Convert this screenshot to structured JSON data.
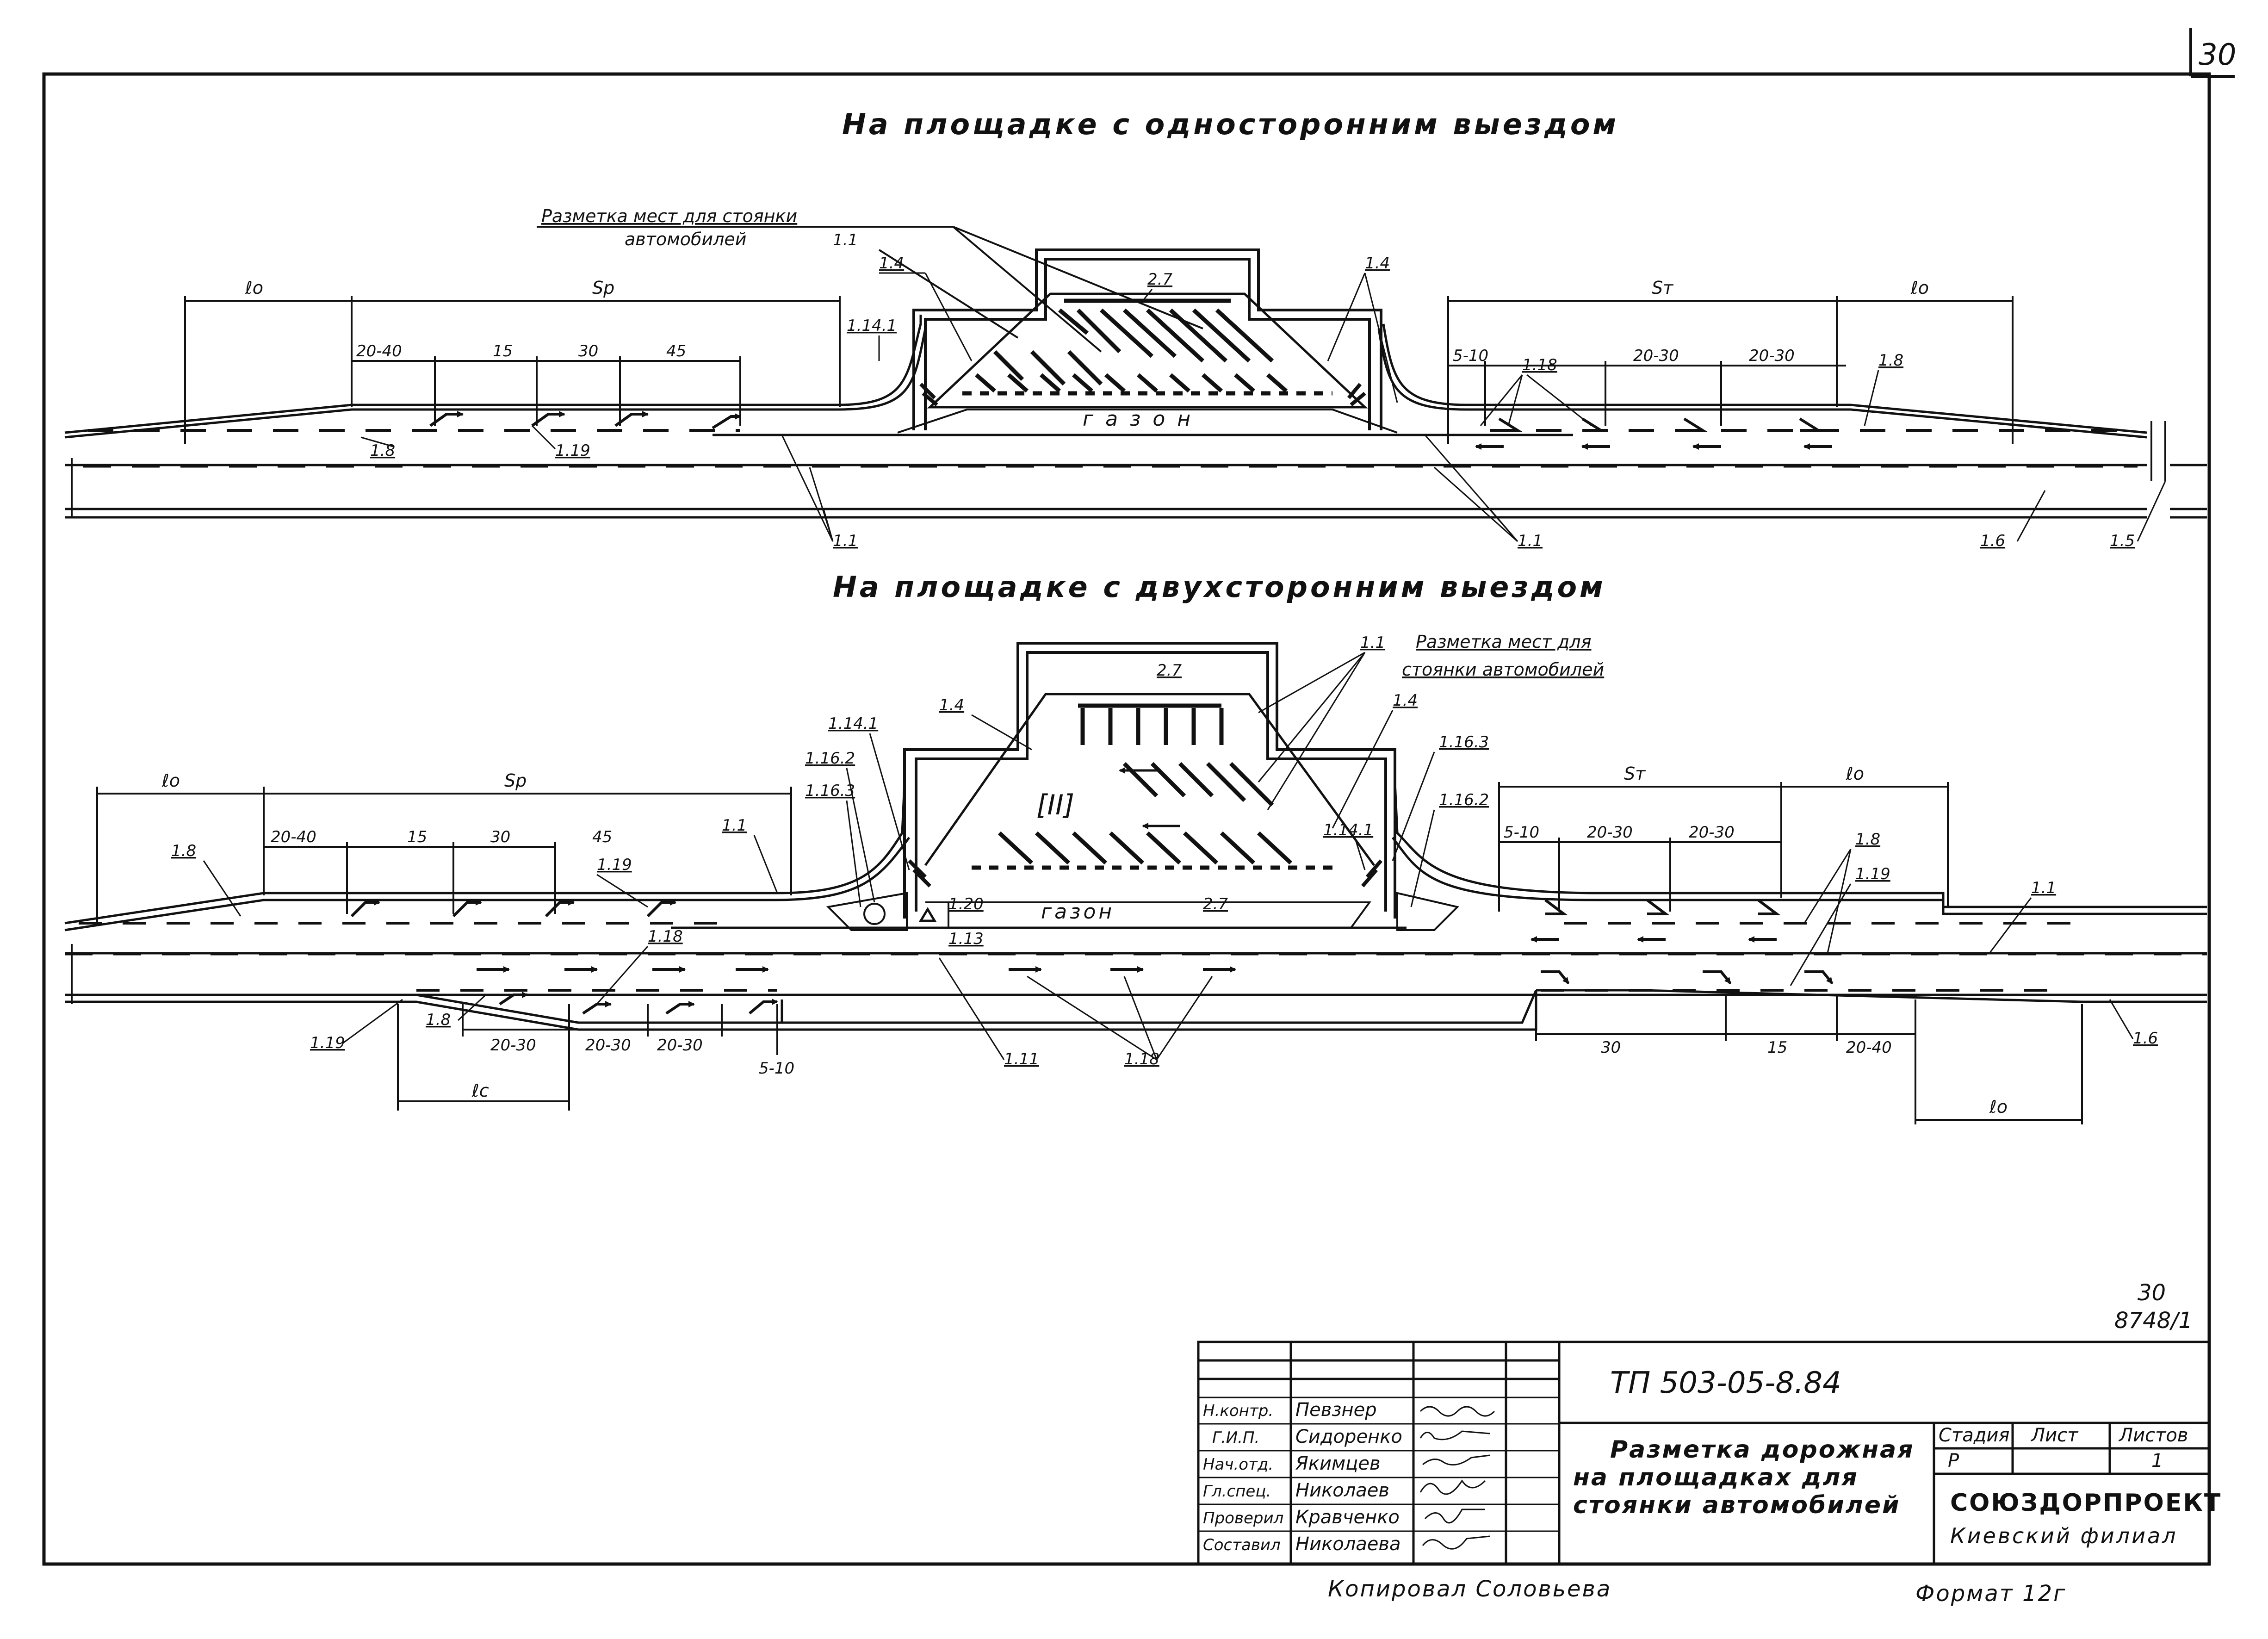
{
  "page_number": "30",
  "sections": {
    "one_sided": {
      "title": "На площадке с односторонним выездом",
      "marking_note_line1": "Разметка мест для стоянки",
      "marking_note_line2": "автомобилей",
      "lawn": "г а з о н",
      "lengths": {
        "lo_left": "ℓo",
        "sp": "Sp",
        "st": "Sт",
        "lo_right": "ℓo"
      },
      "dims_left": [
        "20-40",
        "15",
        "30",
        "45"
      ],
      "dims_right": [
        "5-10",
        "20-30",
        "20-30"
      ],
      "callouts": {
        "m1_1_note": "1.1",
        "m1_4_left": "1.4",
        "m2_7": "2.7",
        "m1_4_right": "1.4",
        "m1_14_1": "1.14.1",
        "m1_18": "1.18",
        "m1_8_right": "1.8",
        "m1_8_left": "1.8",
        "m1_19": "1.19",
        "m1_1_bottom_left": "1.1",
        "m1_1_bottom_right": "1.1",
        "m1_6": "1.6",
        "m1_5": "1.5"
      }
    },
    "two_sided": {
      "title": "На площадке с двухсторонним выездом",
      "marking_note_line1": "Разметка мест для",
      "marking_note_line2": "стоянки автомобилей",
      "lawn": "газон",
      "zone_mark": "[II]",
      "lengths": {
        "lo_left": "ℓo",
        "sp": "Sp",
        "st": "Sт",
        "lo_right": "ℓo",
        "lc_bottom": "ℓc",
        "lo_bottom": "ℓo"
      },
      "dims_top_left": [
        "20-40",
        "15",
        "30",
        "45"
      ],
      "dims_top_right": [
        "5-10",
        "20-30",
        "20-30"
      ],
      "dims_bottom_left": [
        "20-30",
        "20-30",
        "20-30",
        "5-10"
      ],
      "dims_bottom_right": [
        "30",
        "15",
        "20-40"
      ],
      "callouts": {
        "m1_1_note": "1.1",
        "m2_7_top": "2.7",
        "m1_4_left": "1.4",
        "m1_4_right": "1.4",
        "m1_14_1_left": "1.14.1",
        "m1_16_2_left": "1.16.2",
        "m1_16_3_left": "1.16.3",
        "m1_16_3_right": "1.16.3",
        "m1_16_2_right": "1.16.2",
        "m1_14_1_right": "1.14.1",
        "m1_1_mid": "1.1",
        "m1_19_mid": "1.19",
        "m1_18_mid": "1.18",
        "m1_20": "1.20",
        "m1_13": "1.13",
        "m2_7_bottom": "2.7",
        "m1_8_left": "1.8",
        "m1_8_right": "1.8",
        "m1_19_right": "1.19",
        "m1_1_right": "1.1",
        "m1_19_bottom": "1.19",
        "m1_8_bottom": "1.8",
        "m1_11": "1.11",
        "m1_18_bottom": "1.18",
        "m1_6": "1.6"
      }
    }
  },
  "sheet_ref": {
    "num": "30",
    "code": "8748/1"
  },
  "title_block": {
    "doc_code": "ТП 503-05-8.84",
    "doc_title_line1": "Разметка дорожная",
    "doc_title_line2": "на площадках для",
    "doc_title_line3": "стоянки автомобилей",
    "headers": {
      "stage": "Стадия",
      "sheet": "Лист",
      "sheets": "Листов"
    },
    "values": {
      "stage": "Р",
      "sheet": "",
      "sheets": "1"
    },
    "org_line1": "СОЮЗДОРПРОЕКТ",
    "org_line2": "Киевский филиал",
    "signatures": [
      {
        "role": "Н.контр.",
        "name": "Певзнер"
      },
      {
        "role": "Г.И.П.",
        "name": "Сидоренко"
      },
      {
        "role": "Нач.отд.",
        "name": "Якимцев"
      },
      {
        "role": "Гл.спец.",
        "name": "Николаев"
      },
      {
        "role": "Проверил",
        "name": "Кравченко"
      },
      {
        "role": "Составил",
        "name": "Николаева"
      }
    ]
  },
  "footer": {
    "copied_by": "Копировал Соловьева",
    "format": "Формат 12г"
  }
}
